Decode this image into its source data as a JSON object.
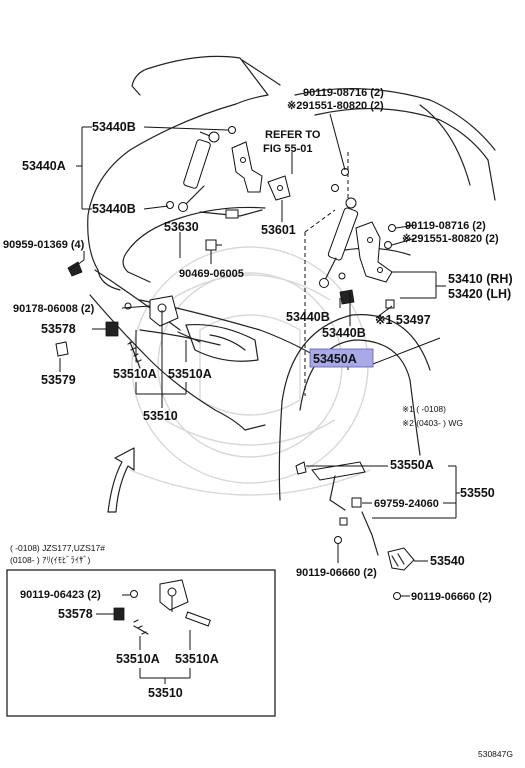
{
  "labels": {
    "p53440B_top": "53440B",
    "p53440A": "53440A",
    "p53440B_left": "53440B",
    "p90119_08716_top": "90119-08716 (2)",
    "p91551_top": "※291551-80820 (2)",
    "refer_line1": "REFER TO",
    "refer_line2": "FIG 55-01",
    "p53601": "53601",
    "p53630": "53630",
    "p90959": "90959-01369 (4)",
    "p90469": "90469-06005",
    "p90119_08716_right": "90119-08716 (2)",
    "p91551_right": "※291551-80820 (2)",
    "p53410": "53410 (RH)",
    "p53420": "53420 (LH)",
    "p90178": "90178-06008 (2)",
    "p53578": "53578",
    "p53579": "53579",
    "p53440B_right": "53440B",
    "p53440B_right2": "53440B",
    "p53497": "※1 53497",
    "p53450A": "53450A",
    "p53510A_1": "53510A",
    "p53510A_2": "53510A",
    "p53510": "53510",
    "note1": "※1 (      -0108)",
    "note2": "※2 (0403-      ) WG",
    "p53550A": "53550A",
    "p53550": "53550",
    "p69759": "69759-24060",
    "p53540": "53540",
    "p90119_06660_mid": "90119-06660 (2)",
    "p90119_06660_right": "90119-06660 (2)",
    "inset_note1": "(      -0108) JZS177,UZS17#",
    "inset_note2": "(0108-      ) ｱﾘ(ｲﾓﾋﾞﾗｲｻﾞ)",
    "inset_90119_06423": "90119-06423 (2)",
    "inset_53578": "53578",
    "inset_53510A_1": "53510A",
    "inset_53510A_2": "53510A",
    "inset_53510": "53510",
    "figure_id": "530847G"
  },
  "colors": {
    "highlight_fill": "#a9a9e8",
    "highlight_stroke": "#5a5ab8",
    "ink": "#111111"
  }
}
